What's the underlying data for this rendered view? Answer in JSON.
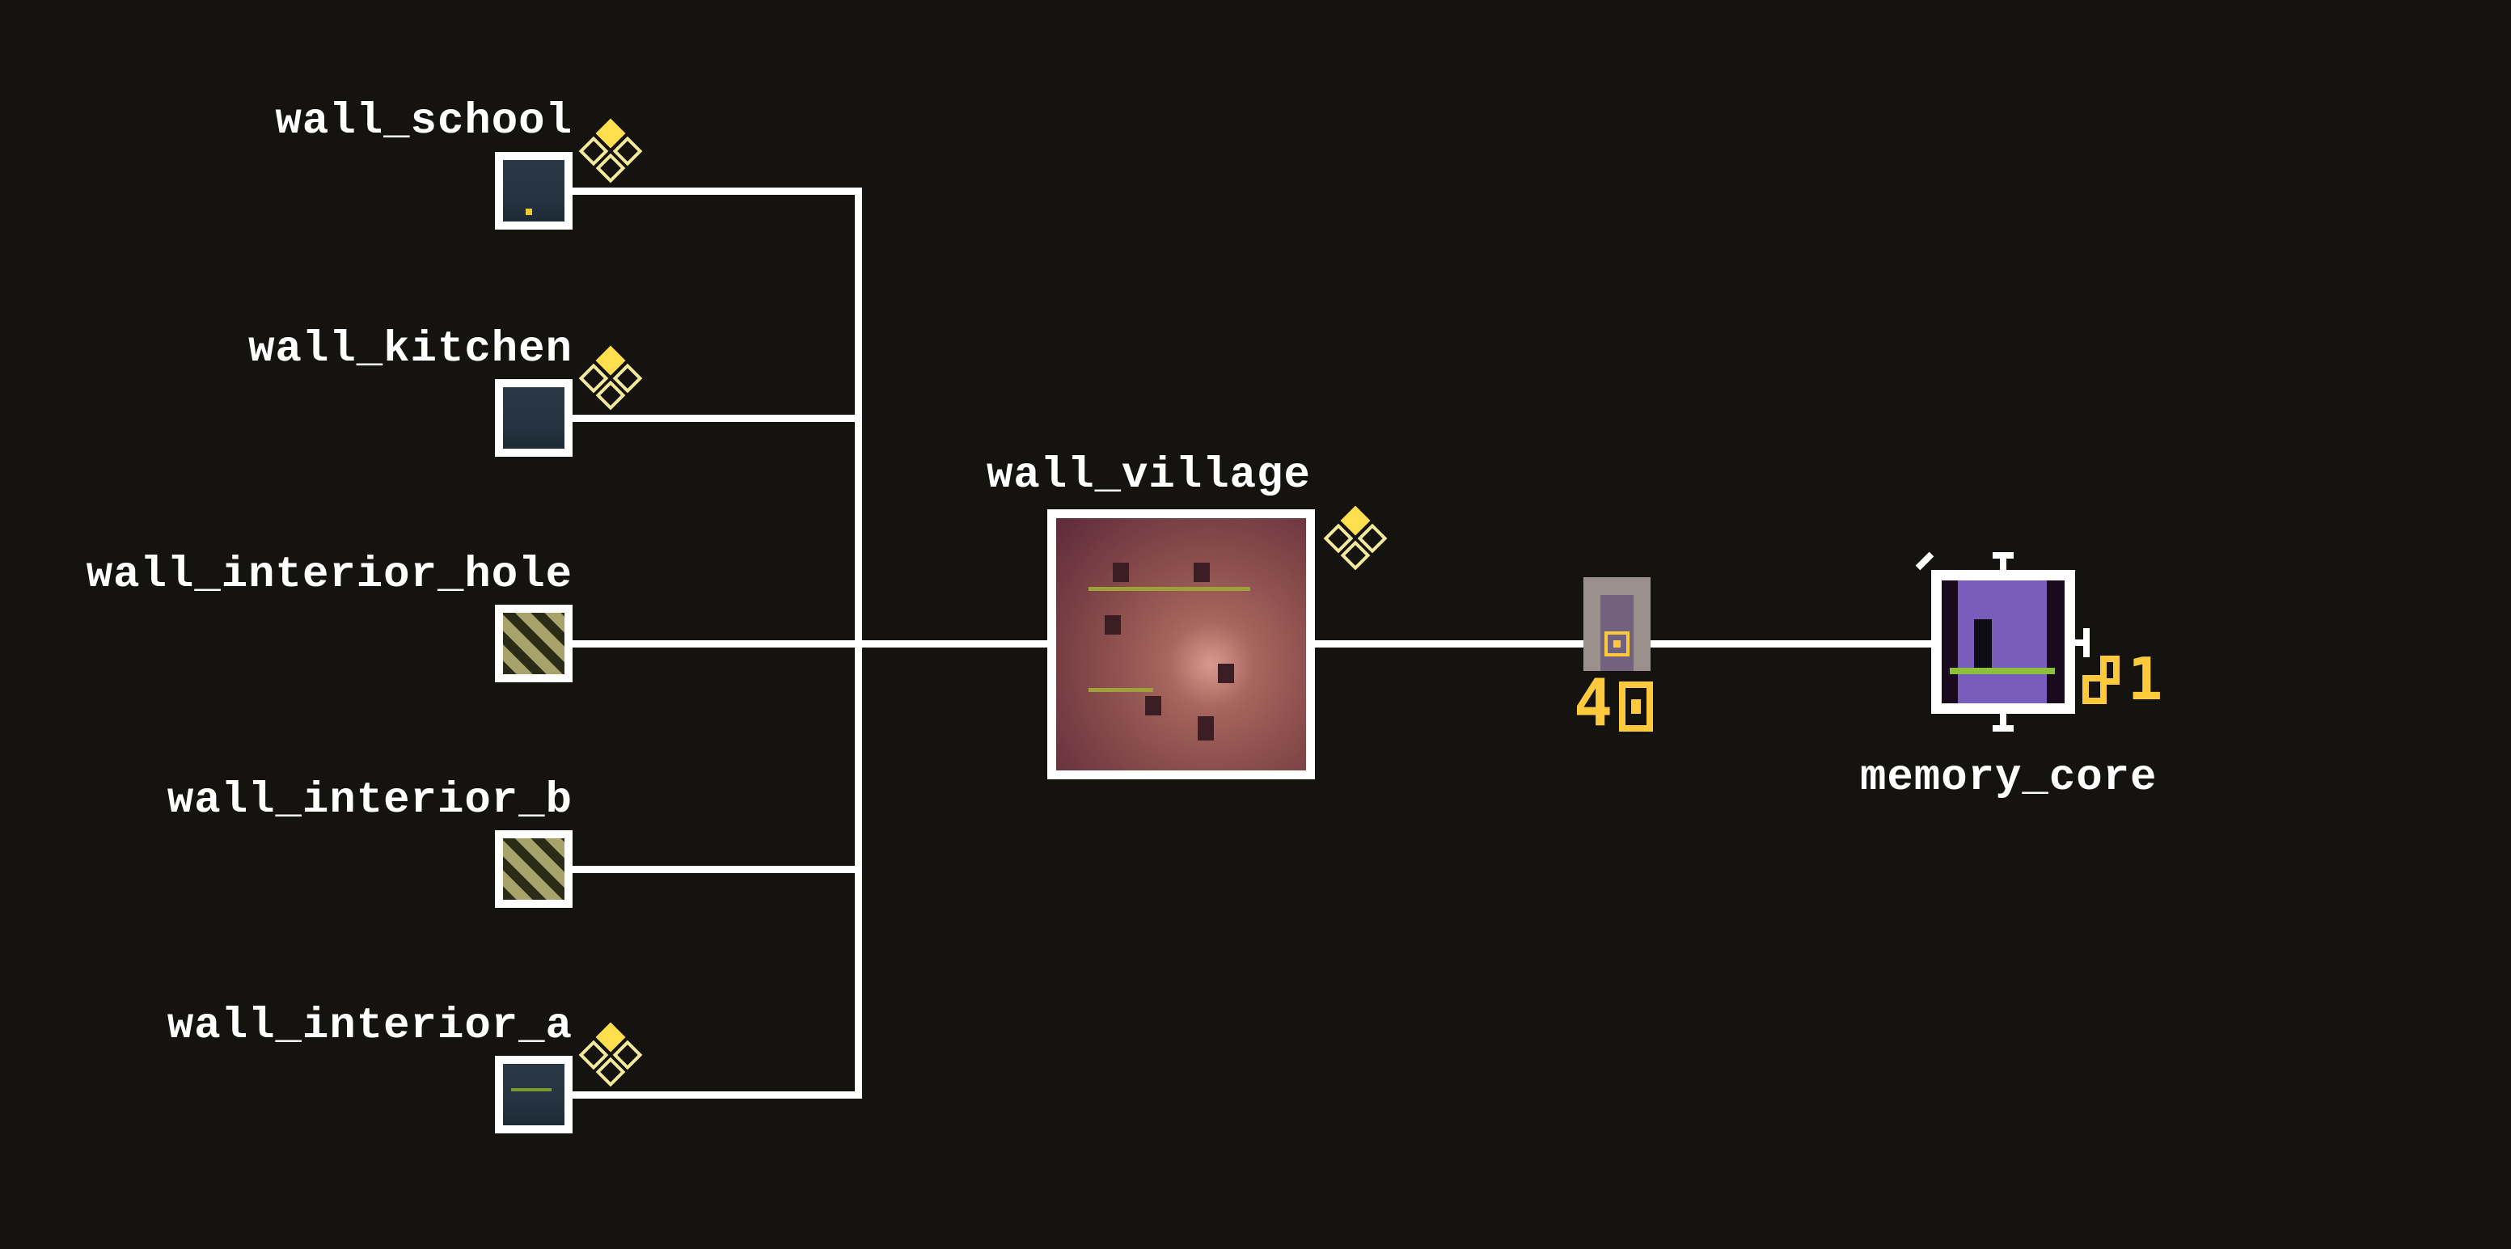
{
  "colors": {
    "background": "#15130f",
    "line": "#ffffff",
    "accent": "#ffc93c",
    "diamond": "#f3ea9b"
  },
  "inputs": [
    {
      "label": "wall_school",
      "thumb": "dark",
      "collectible": true
    },
    {
      "label": "wall_kitchen",
      "thumb": "dark",
      "collectible": true
    },
    {
      "label": "wall_interior_hole",
      "thumb": "stripe",
      "collectible": false
    },
    {
      "label": "wall_interior_b",
      "thumb": "stripe",
      "collectible": false
    },
    {
      "label": "wall_interior_a",
      "thumb": "dark",
      "collectible": true
    }
  ],
  "hub": {
    "label": "wall_village",
    "collectible": true
  },
  "gate": {
    "icon": "door-icon",
    "cost": "4",
    "cost_icon": "cube-icon"
  },
  "target": {
    "label": "memory_core",
    "count": "1",
    "count_icon": "key-icon"
  }
}
